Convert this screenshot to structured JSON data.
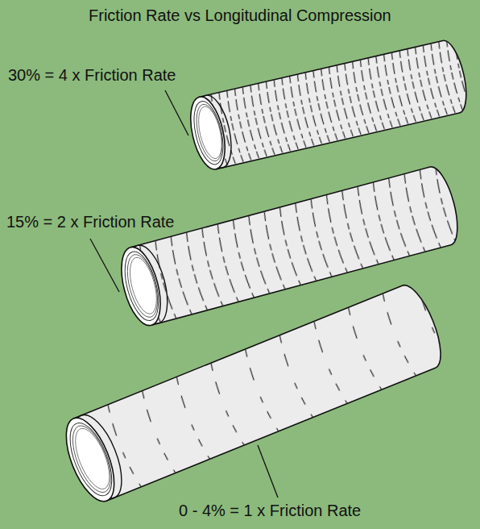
{
  "diagram": {
    "title": "Friction Rate vs Longitudinal Compression",
    "labels": [
      "30% = 4 x Friction Rate",
      "15% = 2 x Friction Rate",
      "0 - 4% = 1 x Friction Rate"
    ]
  }
}
